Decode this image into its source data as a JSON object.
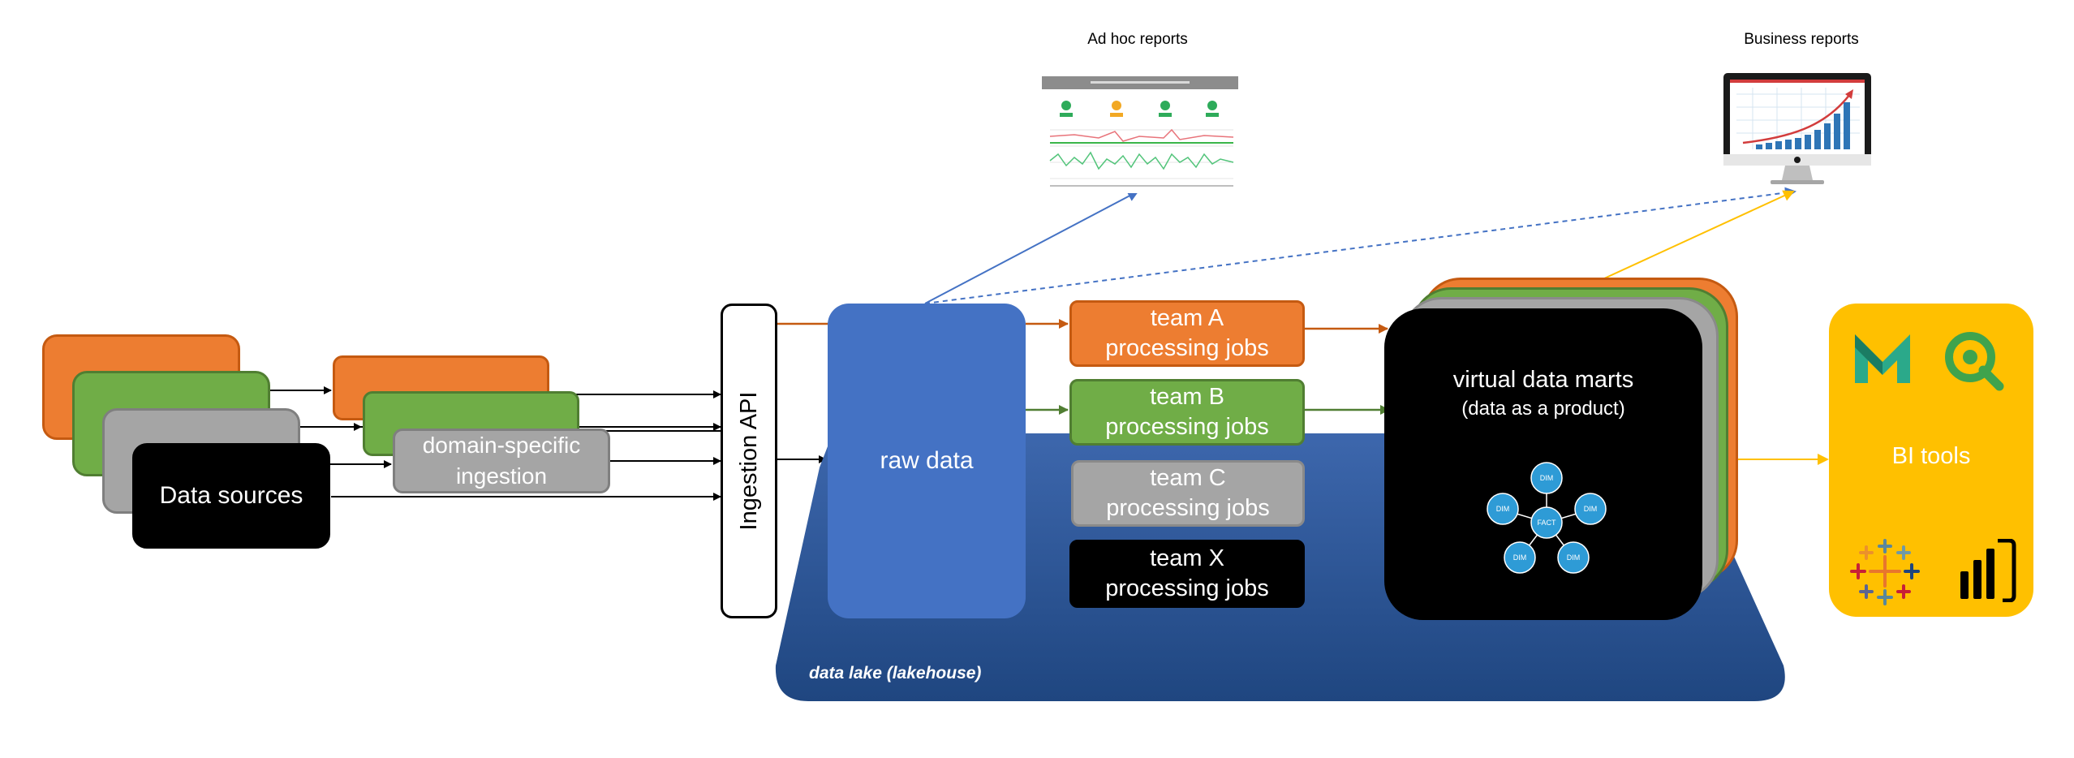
{
  "labels": {
    "ad_hoc_reports": "Ad hoc reports",
    "business_reports": "Business reports",
    "data_sources": "Data sources",
    "domain_ingestion": "domain-specific ingestion",
    "ingestion_api": "Ingestion API",
    "raw_data": "raw data",
    "data_lake": "data lake (lakehouse)",
    "virtual_marts_title": "virtual data marts",
    "virtual_marts_sub": "(data as a product)",
    "bi_tools": "BI tools"
  },
  "jobs": [
    {
      "team": "team A",
      "text": "processing jobs"
    },
    {
      "team": "team B",
      "text": "processing jobs"
    },
    {
      "team": "team C",
      "text": "processing jobs"
    },
    {
      "team": "team X",
      "text": "processing jobs"
    }
  ],
  "star_schema": {
    "center": "FACT",
    "dims": [
      "DIM",
      "DIM",
      "DIM",
      "DIM",
      "DIM"
    ]
  },
  "colors": {
    "orange": "#ED7D31",
    "green": "#70AD47",
    "gray": "#A5A5A5",
    "black": "#000000",
    "raw_blue": "#4472C4",
    "lake_blue": "#2F5597",
    "bi_yellow": "#FFC000",
    "dim_circle": "#2E9BD6"
  }
}
